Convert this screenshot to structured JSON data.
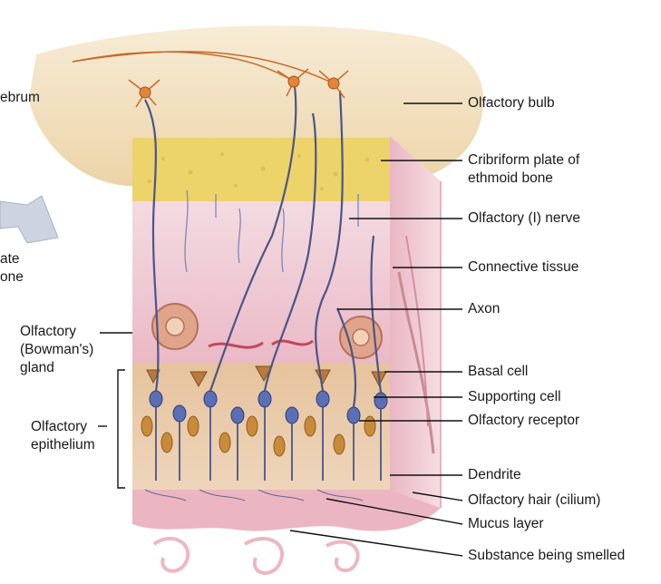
{
  "labels": {
    "cerebrum_fragment": "ebrum",
    "left_fragment_1": "ate",
    "left_fragment_2": "one",
    "olfactory_bulb": "Olfactory bulb",
    "cribriform_1": "Cribriform plate of",
    "cribriform_2": "ethmoid bone",
    "olfactory_nerve": "Olfactory (I) nerve",
    "connective_tissue": "Connective tissue",
    "axon": "Axon",
    "bowman_1": "Olfactory",
    "bowman_2": "(Bowman's)",
    "bowman_3": "gland",
    "basal_cell": "Basal cell",
    "supporting_cell": "Supporting cell",
    "olfactory_receptor": "Olfactory receptor",
    "epithelium_1": "Olfactory",
    "epithelium_2": "epithelium",
    "dendrite": "Dendrite",
    "olfactory_hair": "Olfactory hair (cilium)",
    "mucus_layer": "Mucus layer",
    "substance": "Substance being smelled"
  },
  "colors": {
    "bulb": "#f3e3c4",
    "cribriform": "#ecd36a",
    "connective": "#f2cfd8",
    "epithelium": "#e9c7a4",
    "receptor": "#5a6fb5",
    "supporting_nucleus": "#c98a3a",
    "mucus": "#e8a9b6",
    "nerve": "#4a5687"
  }
}
